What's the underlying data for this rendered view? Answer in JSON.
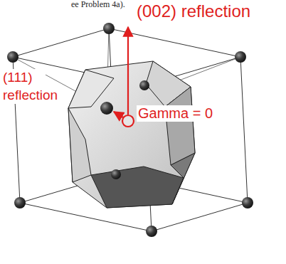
{
  "diagram": {
    "labels": [
      "ee Problem 4a).",
      "(002) reflection",
      "(111) reflection",
      "Gamma = 0"
    ]
  }
}
